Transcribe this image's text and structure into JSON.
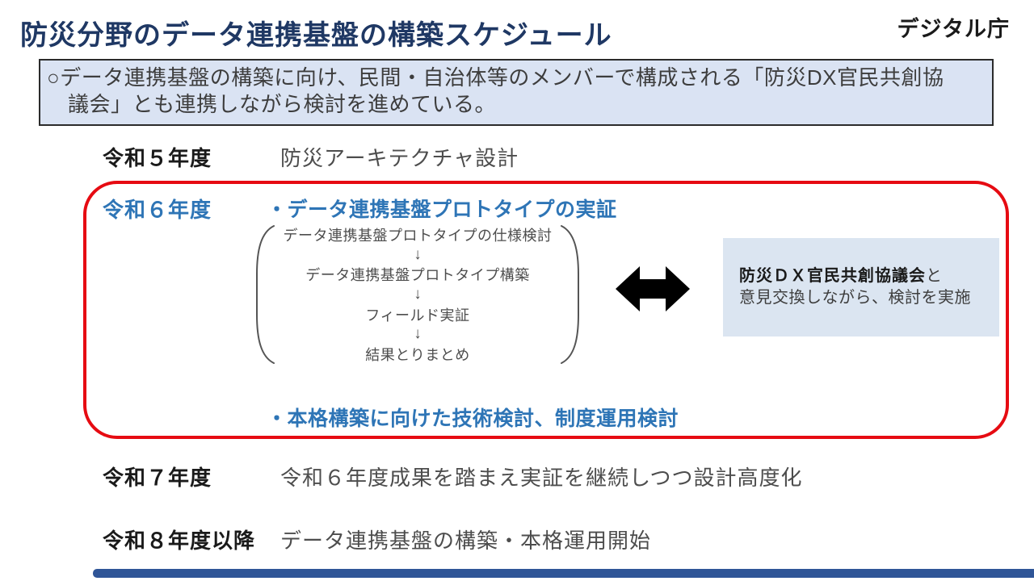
{
  "page": {
    "title": "防災分野のデータ連携基盤の構築スケジュール",
    "agency": "デジタル庁"
  },
  "summary_box": {
    "line1": "○データ連携基盤の構築に向け、民間・自治体等のメンバーで構成される「防災DX官民共創協",
    "line2": "議会」とも連携しながら検討を進めている。"
  },
  "timeline": {
    "r5": {
      "label": "令和５年度",
      "content": "防災アーキテクチャ設計"
    },
    "r6": {
      "label": "令和６年度",
      "bullet1": "・データ連携基盤プロトタイプの実証",
      "bullet2": "・本格構築に向けた技術検討、制度運用検討"
    },
    "r7": {
      "label": "令和７年度",
      "content": "令和６年度成果を踏まえ実証を継続しつつ設計高度化"
    },
    "r8": {
      "label": "令和８年度以降",
      "content": "データ連携基盤の構築・本格運用開始"
    }
  },
  "process_flow": {
    "steps": [
      "データ連携基盤プロトタイプの仕様検討",
      "データ連携基盤プロトタイプ構築",
      "フィールド実証",
      "結果とりまとめ"
    ],
    "arrow": "↓"
  },
  "side_note": {
    "emphasis": "防災ＤＸ官民共創協議会",
    "line1_suffix": "と",
    "line2": "意見交換しながら、検討を実施"
  },
  "colors": {
    "title_navy": "#1f3864",
    "accent_blue": "#2e75b6",
    "highlight_red": "#e60b12",
    "box_fill": "#dae3f3",
    "side_box_fill": "#dbe5f1",
    "footer_bar": "#2f5597"
  }
}
